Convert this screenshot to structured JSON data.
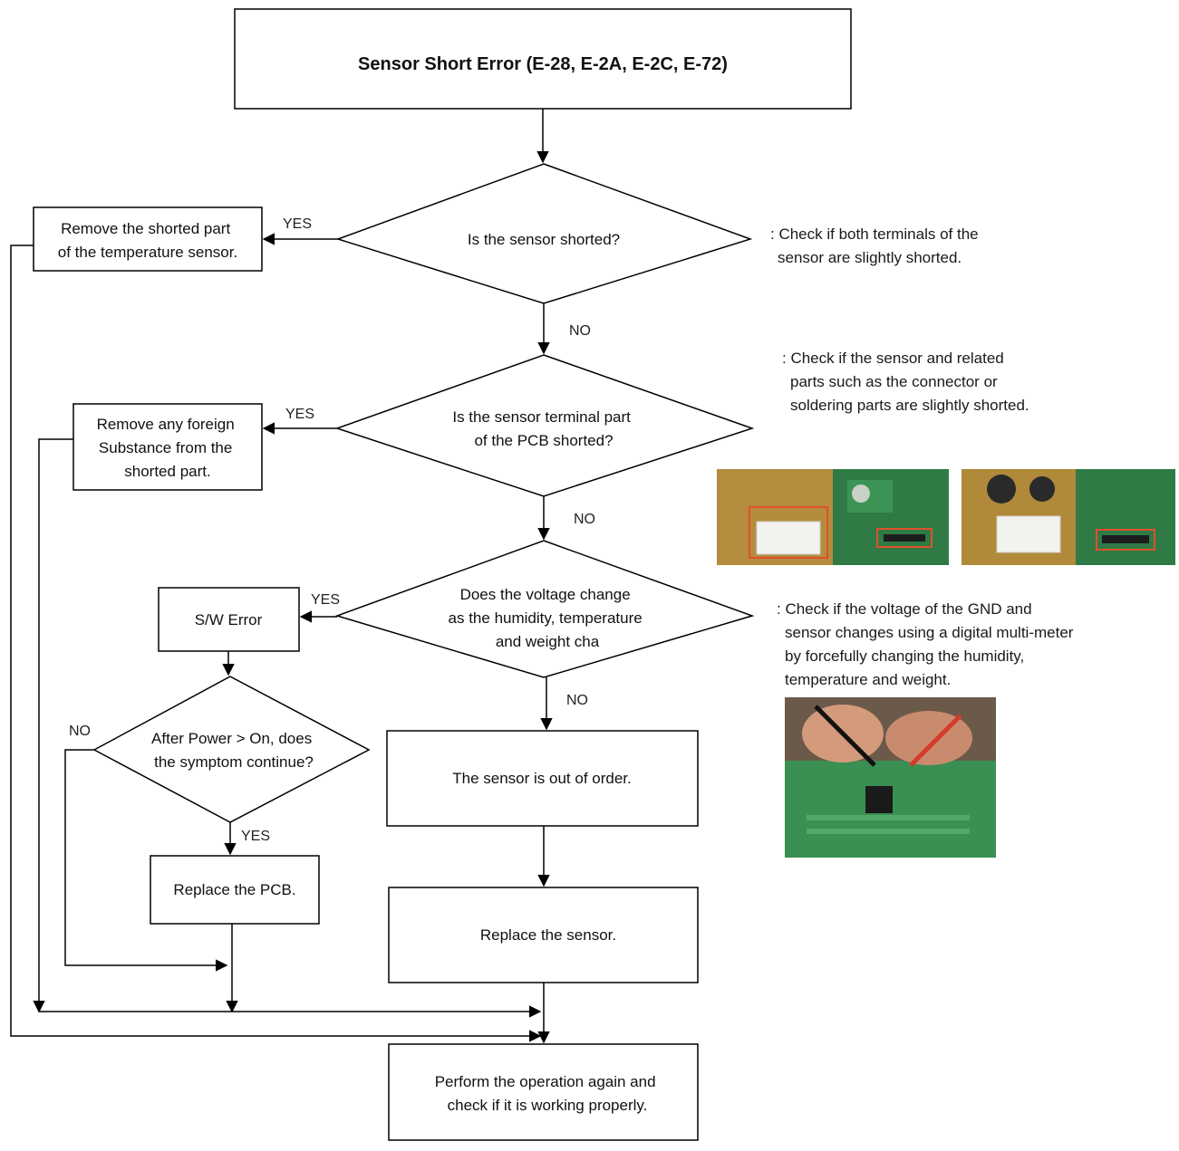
{
  "title": "Sensor Short Error (E-28, E-2A, E-2C, E-72)",
  "decisions": {
    "d1": "Is the sensor shorted?",
    "d2": [
      "Is the sensor terminal part",
      "of the PCB shorted?"
    ],
    "d3": [
      "Does the voltage change",
      "as the humidity, temperature",
      "and weight cha"
    ],
    "d4": [
      "After Power > On, does",
      "the symptom continue?"
    ]
  },
  "actions": {
    "remove_shorted": [
      "Remove the shorted part",
      "of the temperature sensor."
    ],
    "remove_foreign": [
      "Remove any foreign",
      "Substance from the",
      "shorted part."
    ],
    "sw_error": "S/W Error",
    "replace_pcb": "Replace the PCB.",
    "sensor_out": "The sensor is out of order.",
    "replace_sensor": "Replace the sensor.",
    "perform_again": [
      "Perform the operation again and",
      "check if it is working properly."
    ]
  },
  "edge_labels": {
    "yes1": "YES",
    "no1": "NO",
    "yes2": "YES",
    "no2": "NO",
    "yes3": "YES",
    "no3": "NO",
    "no4": "NO",
    "yes4": "YES"
  },
  "notes": {
    "n1": [
      ": Check if both terminals of the",
      "sensor are slightly shorted."
    ],
    "n2": [
      ": Check if the sensor and related",
      "parts such as the connector or",
      "soldering parts are slightly shorted."
    ],
    "n3": [
      ": Check if the voltage of the GND and",
      "sensor changes using a digital multi-meter",
      "by forcefully changing the humidity,",
      "temperature and weight."
    ]
  },
  "colors": {
    "line": "#000000",
    "pcb_green": "#2f8a4a",
    "pcb_yellow": "#c89b3c",
    "highlight": "#e0502a"
  }
}
